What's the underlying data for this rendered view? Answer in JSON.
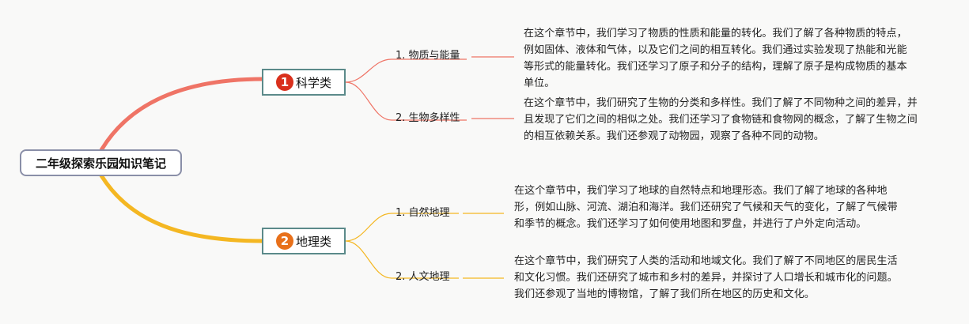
{
  "root": {
    "title": "二年级探索乐园知识笔记"
  },
  "colors": {
    "science": "#ef7466",
    "geography": "#f4b722",
    "science_badge": "#d9301c",
    "geography_badge": "#e8701a"
  },
  "branches": [
    {
      "number": "1",
      "label": "科学类",
      "children": [
        {
          "label": "1. 物质与能量",
          "note": "在这个章节中，我们学习了物质的性质和能量的转化。我们了解了各种物质的特点，例如固体、液体和气体，以及它们之间的相互转化。我们通过实验发现了热能和光能等形式的能量转化。我们还学习了原子和分子的结构，理解了原子是构成物质的基本单位。"
        },
        {
          "label": "2. 生物多样性",
          "note": "在这个章节中，我们研究了生物的分类和多样性。我们了解了不同物种之间的差异，并且发现了它们之间的相似之处。我们还学习了食物链和食物网的概念，了解了生物之间的相互依赖关系。我们还参观了动物园，观察了各种不同的动物。"
        }
      ]
    },
    {
      "number": "2",
      "label": "地理类",
      "children": [
        {
          "label": "1. 自然地理",
          "note": "在这个章节中，我们学习了地球的自然特点和地理形态。我们了解了地球的各种地形，例如山脉、河流、湖泊和海洋。我们还研究了气候和天气的变化，了解了气候带和季节的概念。我们还学习了如何使用地图和罗盘，并进行了户外定向活动。"
        },
        {
          "label": "2. 人文地理",
          "note": "在这个章节中，我们研究了人类的活动和地域文化。我们了解了不同地区的居民生活和文化习惯。我们还研究了城市和乡村的差异，并探讨了人口增长和城市化的问题。我们还参观了当地的博物馆，了解了我们所在地区的历史和文化。"
        }
      ]
    }
  ]
}
